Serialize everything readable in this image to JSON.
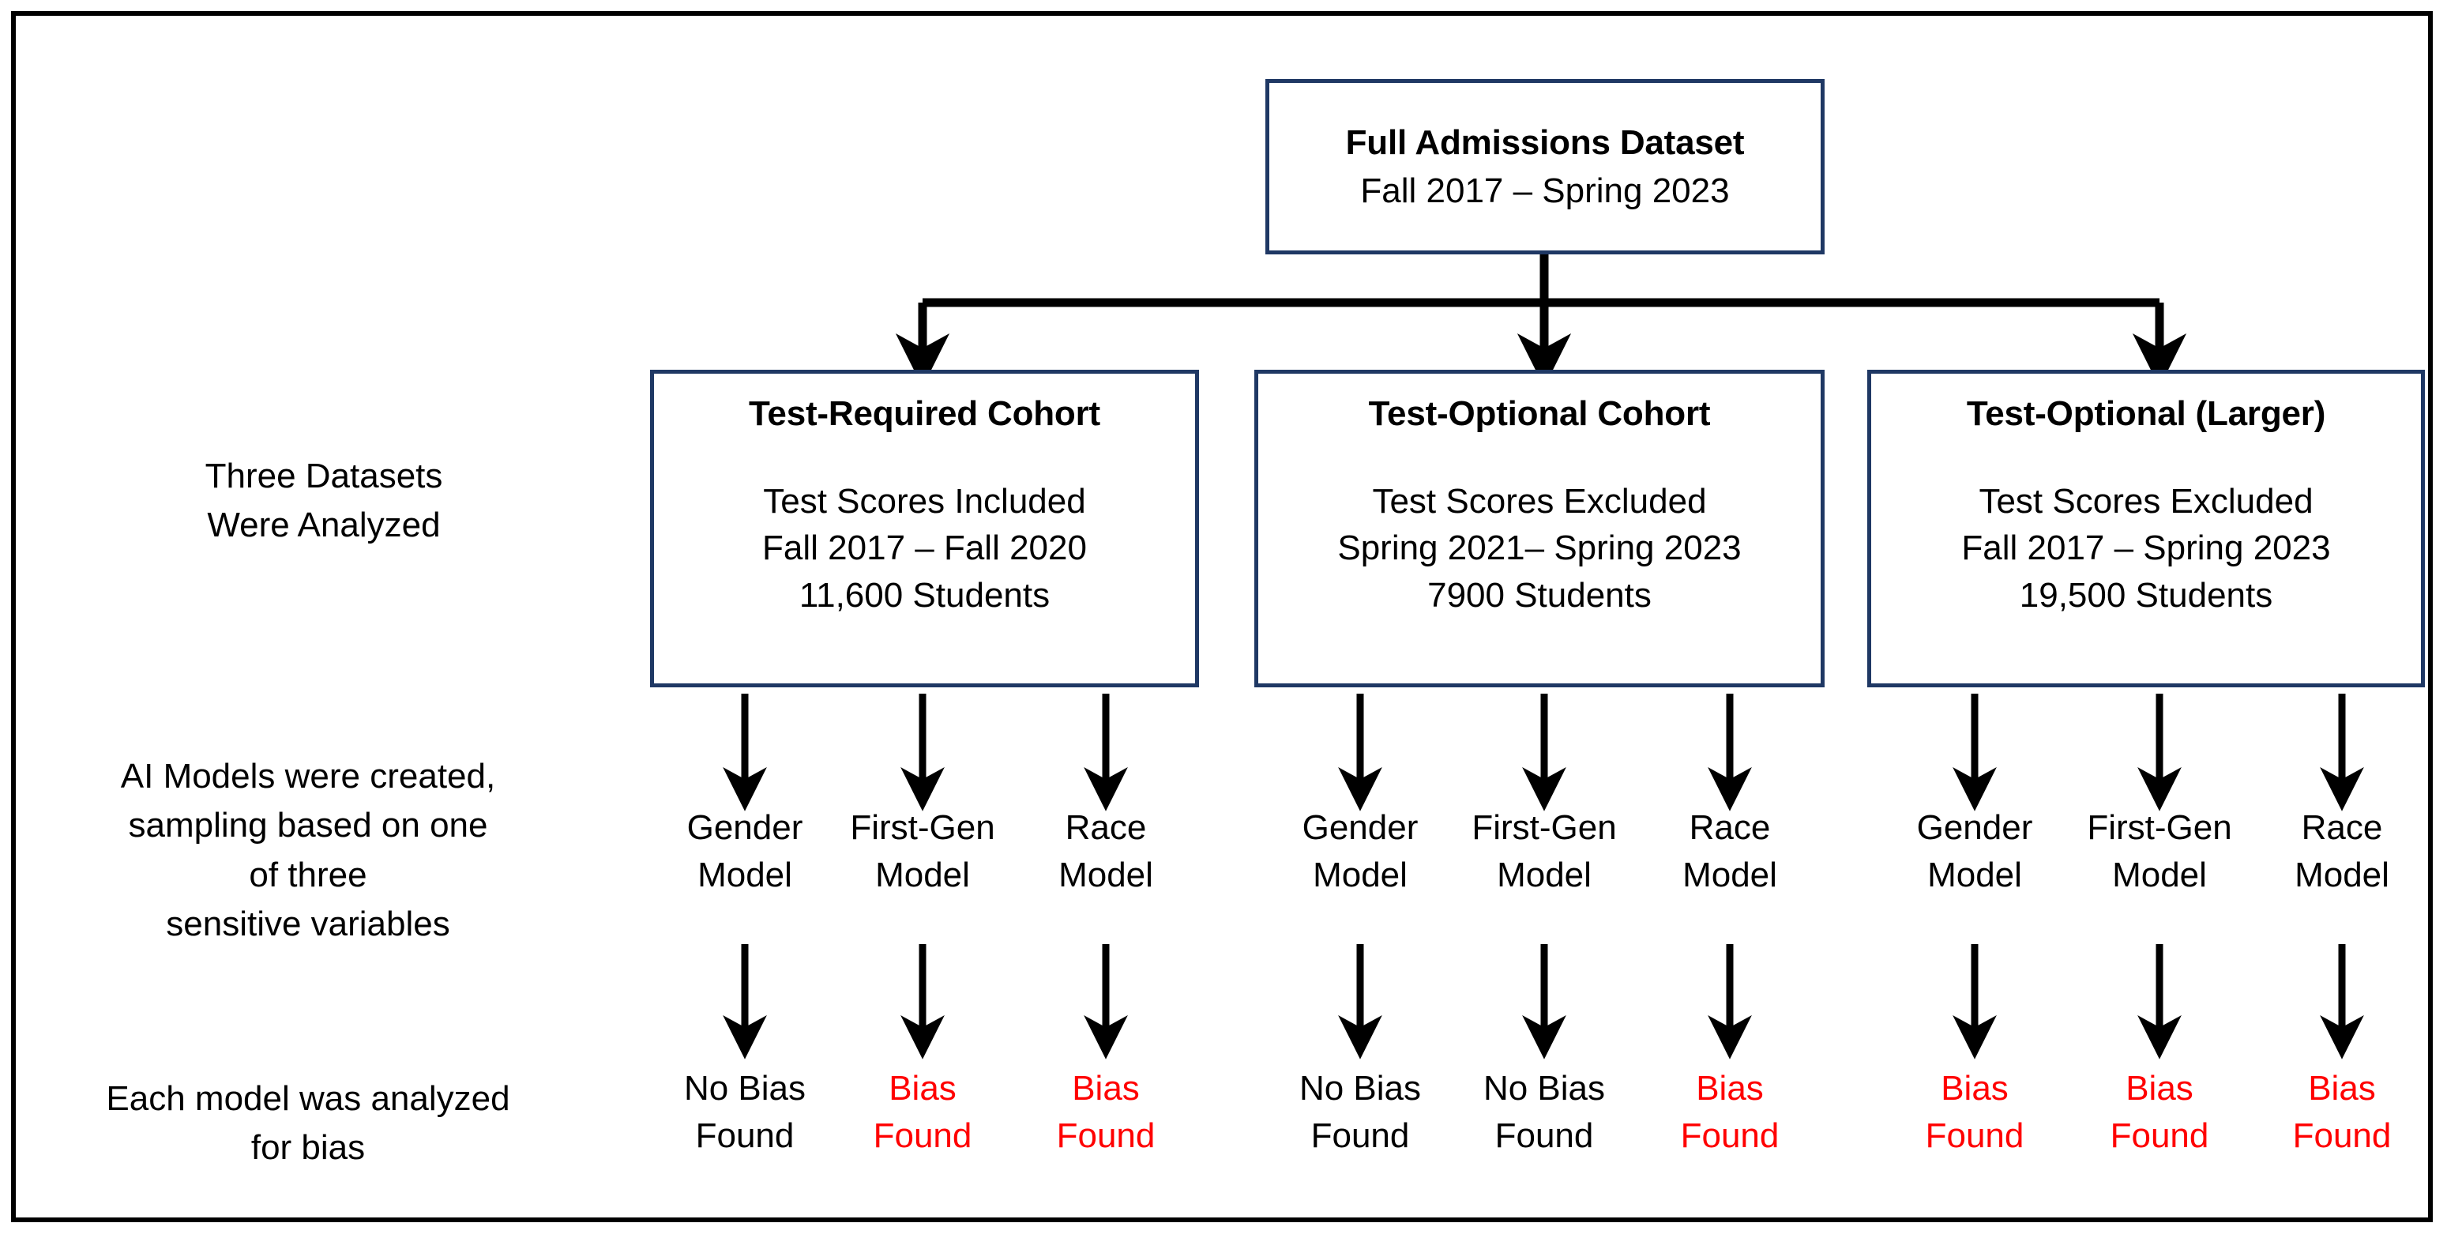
{
  "diagram": {
    "title_node": {
      "title": "Full Admissions Dataset",
      "subtitle": "Fall 2017 – Spring 2023"
    },
    "row_captions": {
      "datasets": "Three Datasets\nWere Analyzed",
      "models": "AI Models were created,\nsampling based on one\nof three\nsensitive variables",
      "bias": "Each model was analyzed\nfor bias"
    },
    "cohorts": [
      {
        "title": "Test-Required Cohort",
        "line1": "Test Scores Included",
        "line2": "Fall 2017 – Fall 2020",
        "line3": "11,600 Students",
        "models": [
          {
            "name": "Gender\nModel",
            "result": "No Bias\nFound",
            "bias": false
          },
          {
            "name": "First-Gen\nModel",
            "result": "Bias\nFound",
            "bias": true
          },
          {
            "name": "Race\nModel",
            "result": "Bias\nFound",
            "bias": true
          }
        ]
      },
      {
        "title": "Test-Optional Cohort",
        "line1": "Test Scores Excluded",
        "line2": "Spring 2021– Spring 2023",
        "line3": "7900 Students",
        "models": [
          {
            "name": "Gender\nModel",
            "result": "No Bias\nFound",
            "bias": false
          },
          {
            "name": "First-Gen\nModel",
            "result": "No Bias\nFound",
            "bias": false
          },
          {
            "name": "Race\nModel",
            "result": "Bias\nFound",
            "bias": true
          }
        ]
      },
      {
        "title": "Test-Optional (Larger)",
        "line1": "Test Scores Excluded",
        "line2": "Fall 2017 – Spring 2023",
        "line3": "19,500 Students",
        "models": [
          {
            "name": "Gender\nModel",
            "result": "Bias\nFound",
            "bias": true
          },
          {
            "name": "First-Gen\nModel",
            "result": "Bias\nFound",
            "bias": true
          },
          {
            "name": "Race\nModel",
            "result": "Bias\nFound",
            "bias": true
          }
        ]
      }
    ],
    "colors": {
      "box_border": "#1F3864",
      "frame": "#000000",
      "text": "#000000",
      "bias_text": "#FF0000",
      "arrow": "#000000"
    }
  }
}
